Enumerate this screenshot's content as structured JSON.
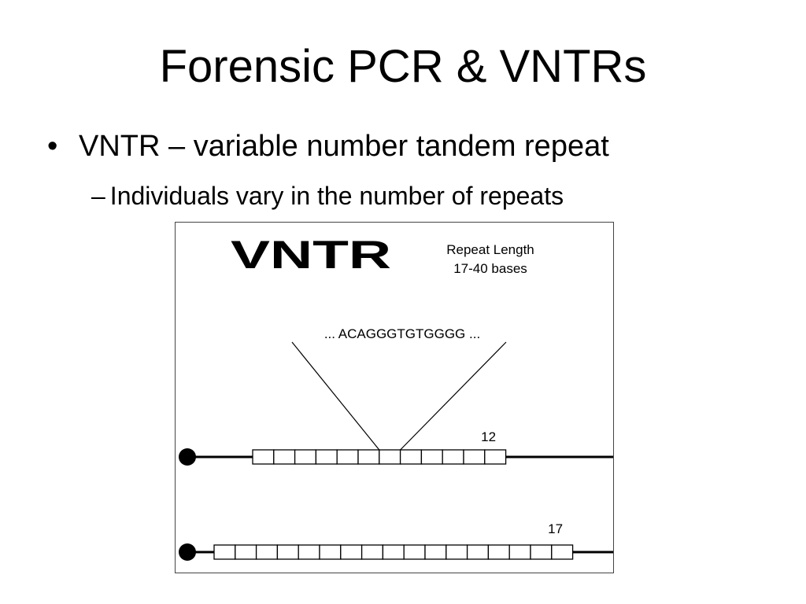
{
  "slide": {
    "title": "Forensic PCR & VNTRs",
    "bullet_marker": "•",
    "bullet": "VNTR – variable number tandem repeat",
    "sub_bullet_marker": "–",
    "sub_bullet": "Individuals vary in the number of repeats"
  },
  "figure": {
    "heading": "VNTR",
    "repeat_length_label": "Repeat Length",
    "repeat_length_value": "17-40 bases",
    "sequence": "... ACAGGGTGTGGGG ...",
    "alleles": [
      {
        "label": "12",
        "repeat_count": 12
      },
      {
        "label": "17",
        "repeat_count": 17
      }
    ],
    "colors": {
      "ink": "#000000",
      "box_fill": "#ffffff"
    }
  }
}
